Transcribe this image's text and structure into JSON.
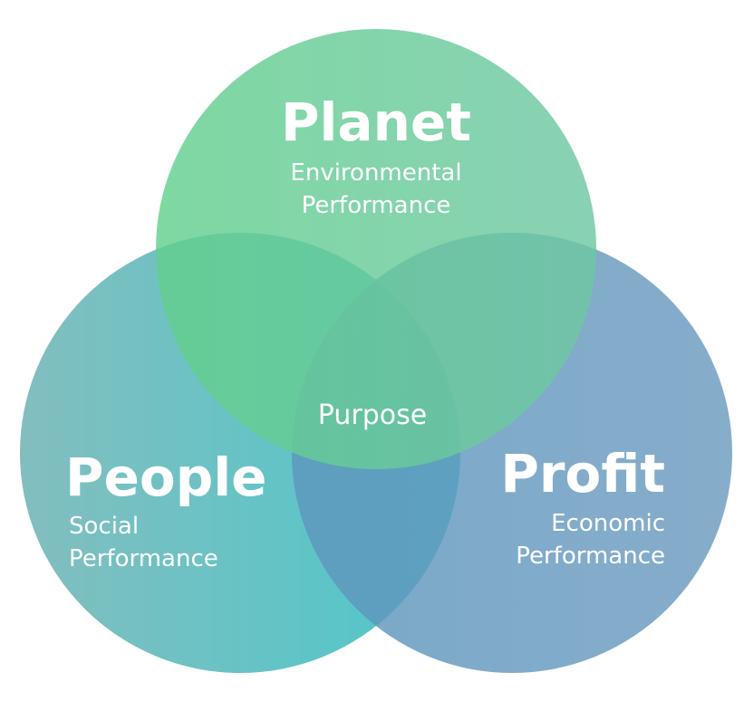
{
  "diagram": {
    "circles": [
      {
        "key": "people",
        "title": "People",
        "subtitle_lines": [
          "Social",
          "Performance"
        ],
        "color_left": "#78b8b9",
        "color_right": "#3ec3c6"
      },
      {
        "key": "profit",
        "title": "Profit",
        "subtitle_lines": [
          "Economic",
          "Performance"
        ],
        "color_left": "#5d95bd",
        "color_right": "#6b9bbf"
      },
      {
        "key": "planet",
        "title": "Planet",
        "subtitle_lines": [
          "Environmental",
          "Performance"
        ],
        "color_left": "#62cf8d",
        "color_right": "#6fc7a4"
      }
    ],
    "center_label": "Purpose"
  }
}
